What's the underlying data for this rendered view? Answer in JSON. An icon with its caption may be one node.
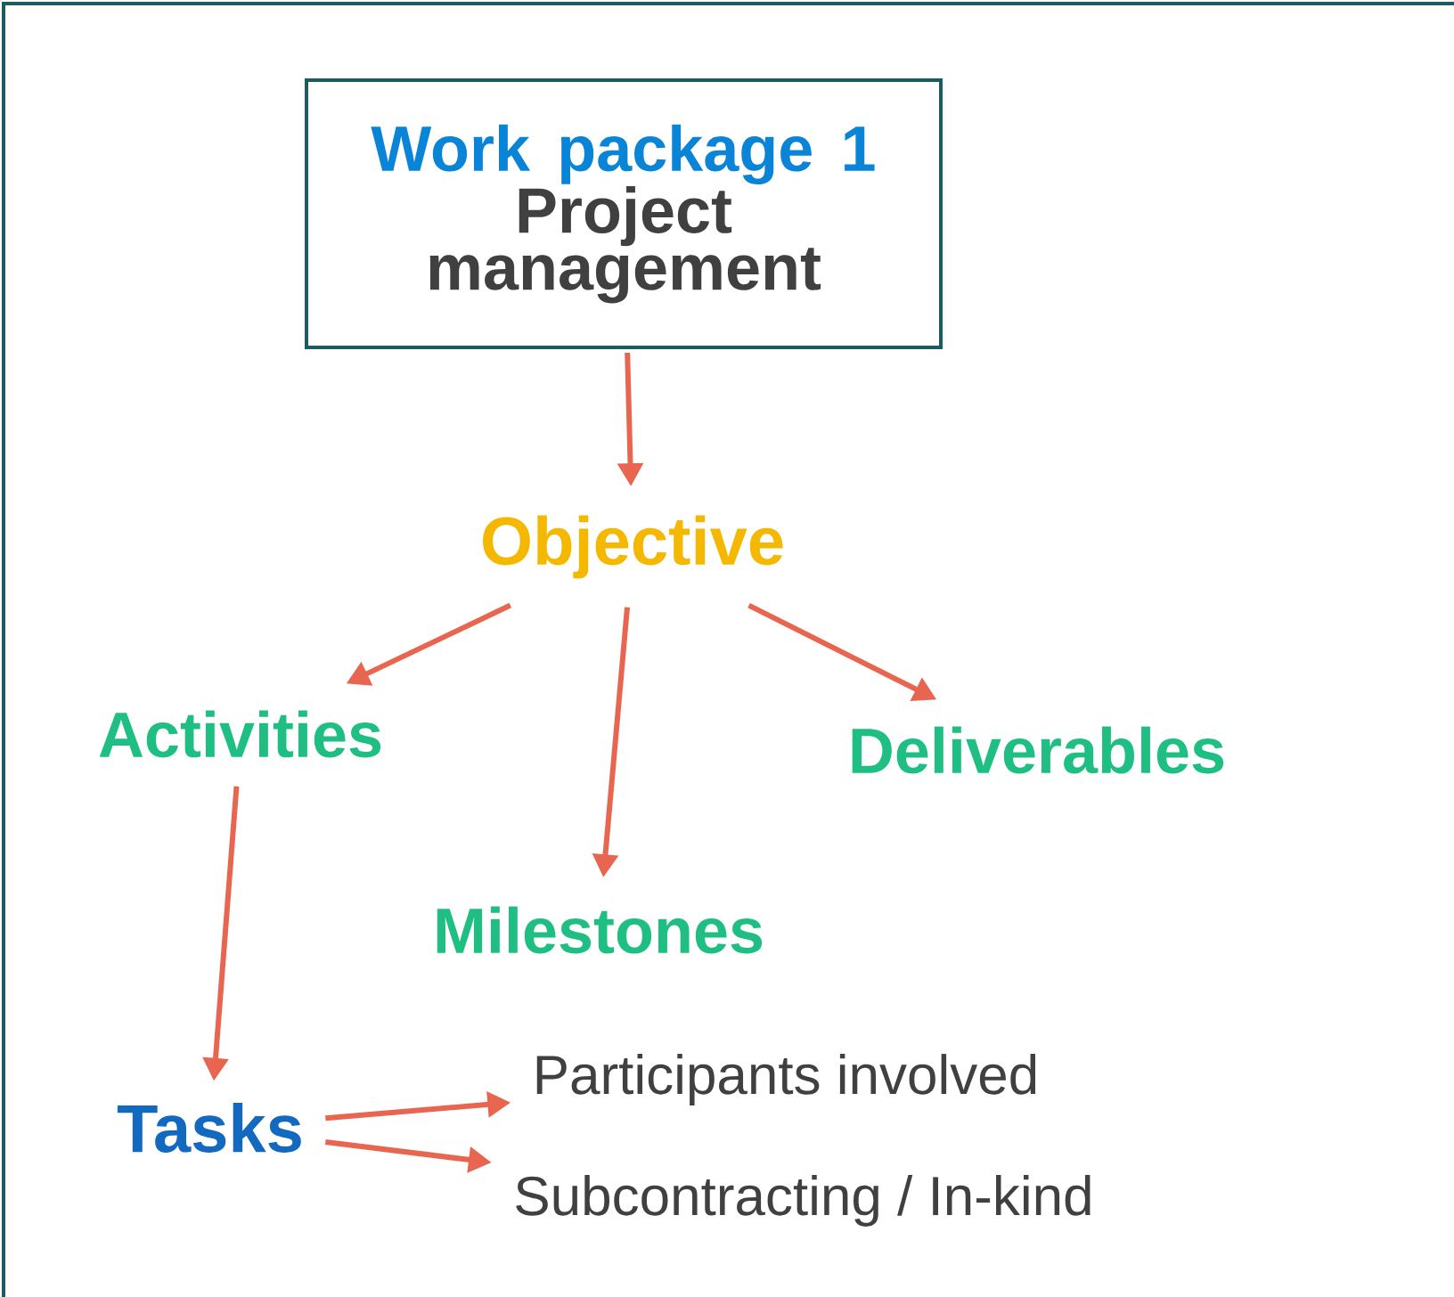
{
  "diagram": {
    "nodes": [
      {
        "text": [
          "Work package 1",
          "Project management"
        ]
      },
      {
        "text": [
          "Objective"
        ]
      },
      {
        "text": [
          "Activities"
        ]
      },
      {
        "text": [
          "Deliverables"
        ]
      },
      {
        "text": [
          "Milestones"
        ]
      },
      {
        "text": [
          "Tasks"
        ]
      },
      {
        "text": [
          "Participants involved"
        ]
      },
      {
        "text": [
          "Subcontracting / In-kind"
        ]
      }
    ],
    "edges": [
      {
        "from": 0,
        "to": 1,
        "arrow": "to"
      },
      {
        "from": 1,
        "to": 2,
        "arrow": "to"
      },
      {
        "from": 1,
        "to": 4,
        "arrow": "to"
      },
      {
        "from": 1,
        "to": 3,
        "arrow": "to"
      },
      {
        "from": 2,
        "to": 5,
        "arrow": "to"
      },
      {
        "from": 5,
        "to": 6,
        "arrow": "to"
      },
      {
        "from": 5,
        "to": 7,
        "arrow": "to"
      }
    ]
  }
}
